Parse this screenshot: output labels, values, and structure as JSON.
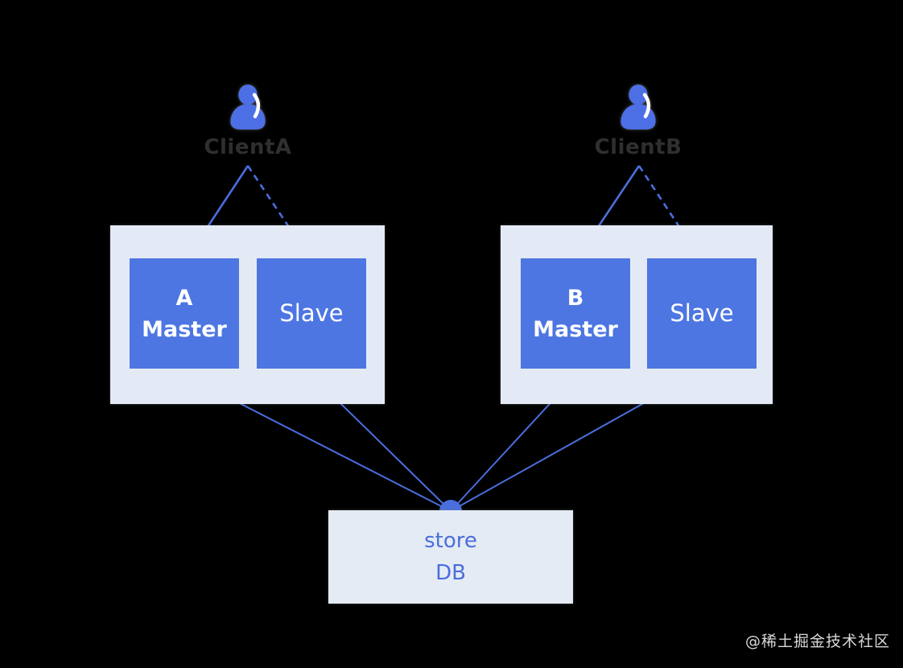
{
  "diagram": {
    "clients": [
      {
        "label": "ClientA"
      },
      {
        "label": "ClientB"
      }
    ],
    "clusters": [
      {
        "master_prefix": "A",
        "master_word": "Master",
        "slave_label": "Slave"
      },
      {
        "master_prefix": "B",
        "master_word": "Master",
        "slave_label": "Slave"
      }
    ],
    "database": {
      "line1": "store",
      "line2": "DB"
    },
    "edges": [
      {
        "from": "ClientA",
        "to": "A Master",
        "style": "solid-arrow"
      },
      {
        "from": "ClientA",
        "to": "Slave (left)",
        "style": "dashed-arrow"
      },
      {
        "from": "ClientB",
        "to": "B Master",
        "style": "solid-arrow"
      },
      {
        "from": "ClientB",
        "to": "Slave (right)",
        "style": "dashed-arrow"
      },
      {
        "from": "A Master",
        "to": "store DB",
        "style": "line"
      },
      {
        "from": "Slave (left)",
        "to": "store DB",
        "style": "line"
      },
      {
        "from": "B Master",
        "to": "store DB",
        "style": "line"
      },
      {
        "from": "Slave (right)",
        "to": "store DB",
        "style": "line"
      }
    ],
    "watermark": "@稀土掘金技术社区",
    "colors": {
      "node_blue": "#4d76e2",
      "cluster_bg": "#e4eaf5",
      "db_bg": "#e5ebf4",
      "edge_blue": "#4a6edd",
      "db_text_blue": "#4a6edb",
      "node_text": "#ffffff",
      "client_label_gray": "#2f2f2f",
      "background": "#000000"
    }
  }
}
